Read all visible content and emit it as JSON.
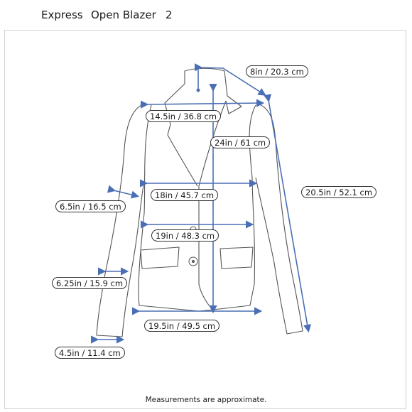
{
  "header": {
    "brand": "Express",
    "item": "Open Blazer",
    "size": "2"
  },
  "measurements": {
    "shoulder_to_collar": "8in / 20.3 cm",
    "shoulder_width": "14.5in / 36.8 cm",
    "length": "24in / 61 cm",
    "sleeve_length": "20.5in / 52.1 cm",
    "chest": "18in / 45.7 cm",
    "bicep": "6.5in / 16.5 cm",
    "waist": "19in / 48.3 cm",
    "forearm": "6.25in / 15.9 cm",
    "hem": "19.5in / 49.5 cm",
    "cuff": "4.5in / 11.4 cm"
  },
  "footer": {
    "note": "Measurements are approximate."
  },
  "colors": {
    "arrow": "#4a6fb5",
    "outline": "#555555",
    "pill_border": "#333333"
  }
}
